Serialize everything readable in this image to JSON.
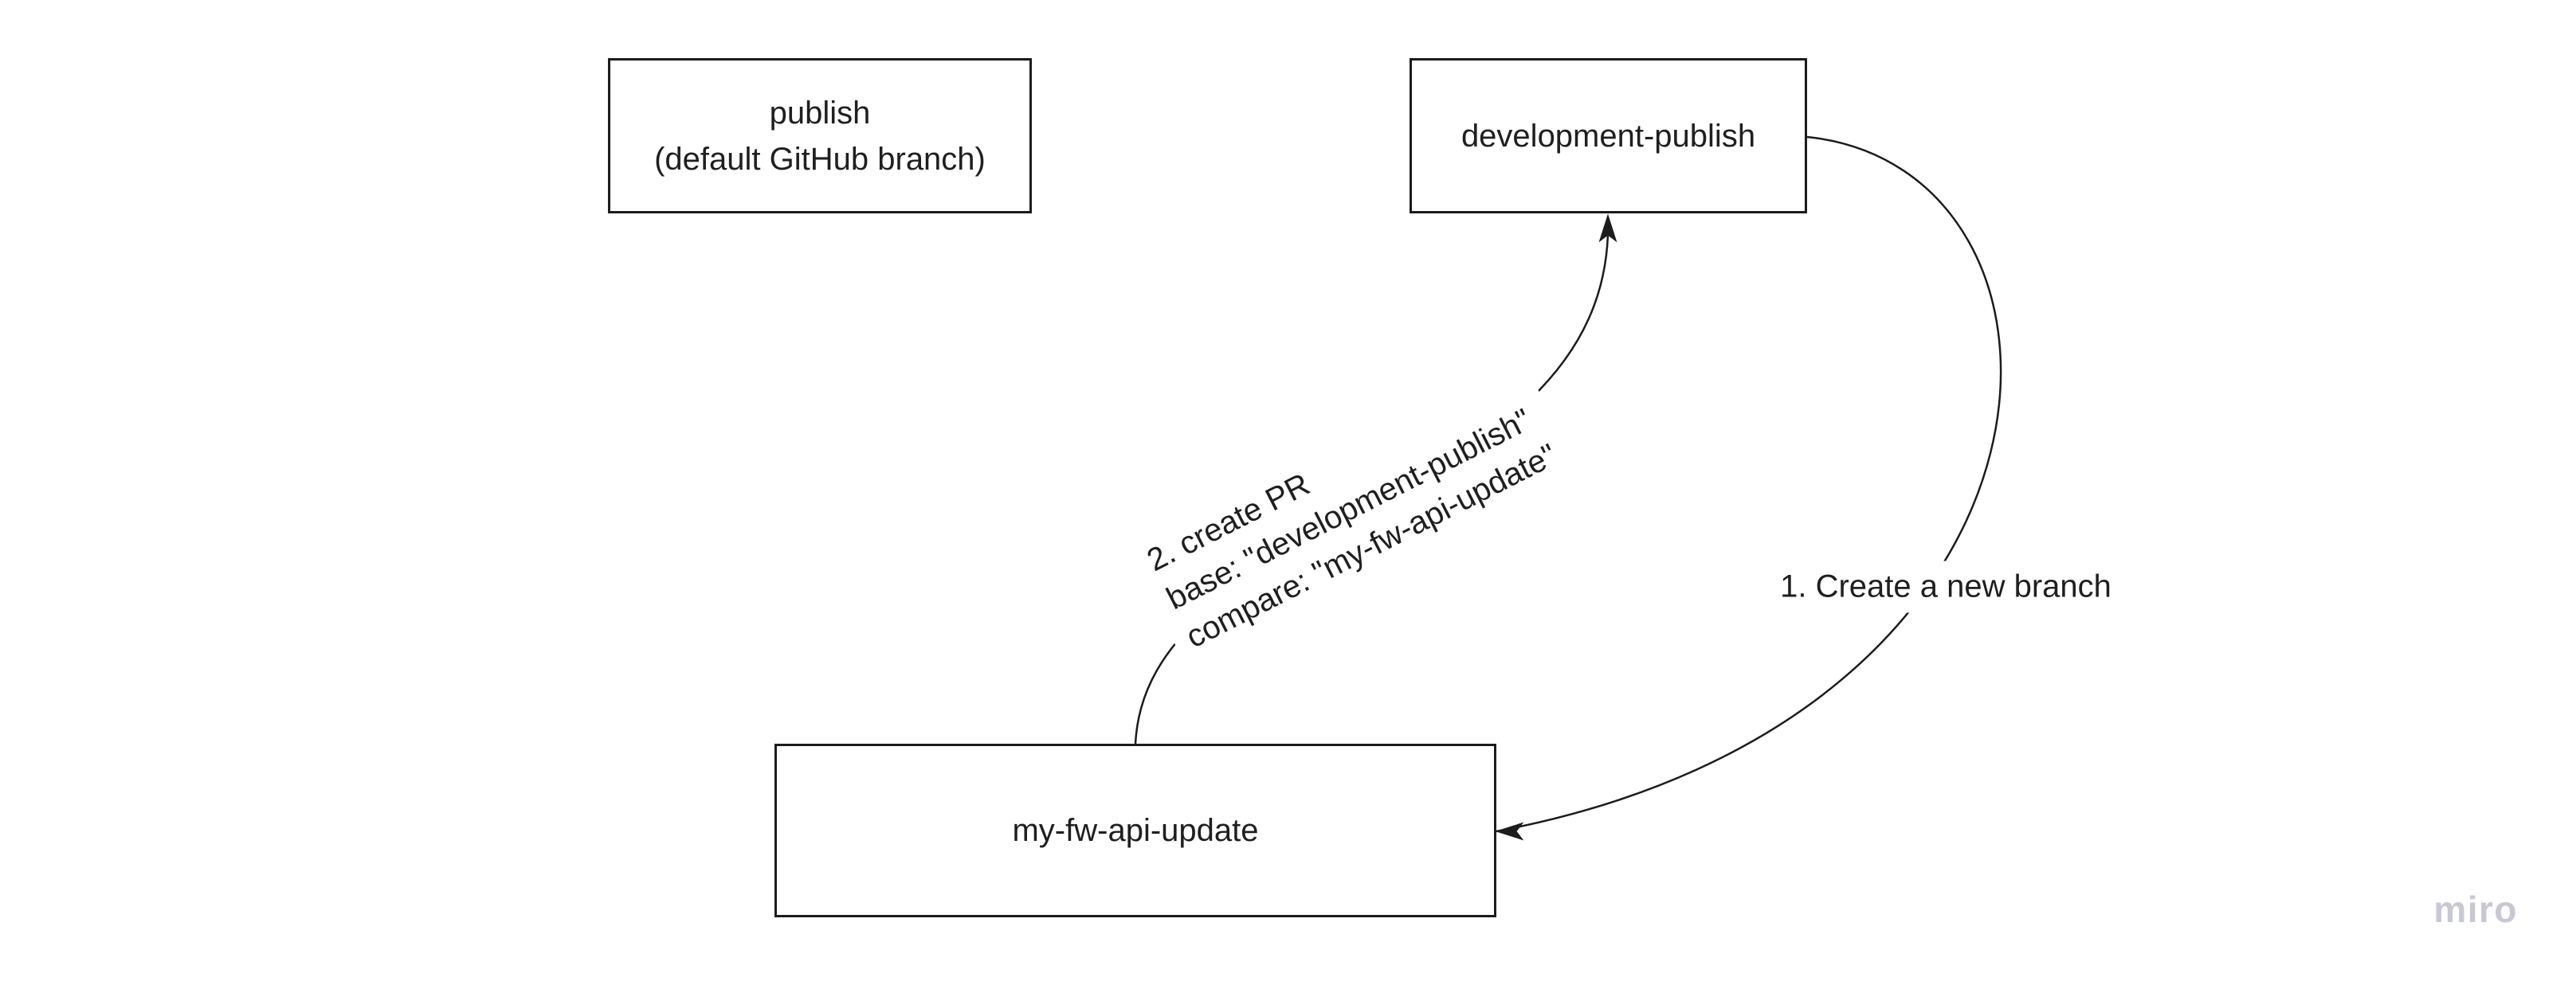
{
  "canvas": {
    "background_color": "#ffffff",
    "stroke_color": "#1c1c1c",
    "text_color": "#1f1f1f",
    "watermark_color": "#c7c8d2"
  },
  "nodes": [
    {
      "id": "publish",
      "lines": [
        "publish",
        "(default GitHub branch)"
      ]
    },
    {
      "id": "development-publish",
      "lines": [
        "development-publish"
      ]
    },
    {
      "id": "my-fw-api-update",
      "lines": [
        "my-fw-api-update"
      ]
    }
  ],
  "connectors": [
    {
      "id": "create-branch",
      "from": "development-publish",
      "to": "my-fw-api-update",
      "label": "1. Create a new branch"
    },
    {
      "id": "create-pr",
      "from": "my-fw-api-update",
      "to": "development-publish",
      "label_lines": [
        "2. create PR",
        "base: \"development-publish\"",
        "compare: \"my-fw-api-update\""
      ]
    }
  ],
  "watermark": "miro"
}
